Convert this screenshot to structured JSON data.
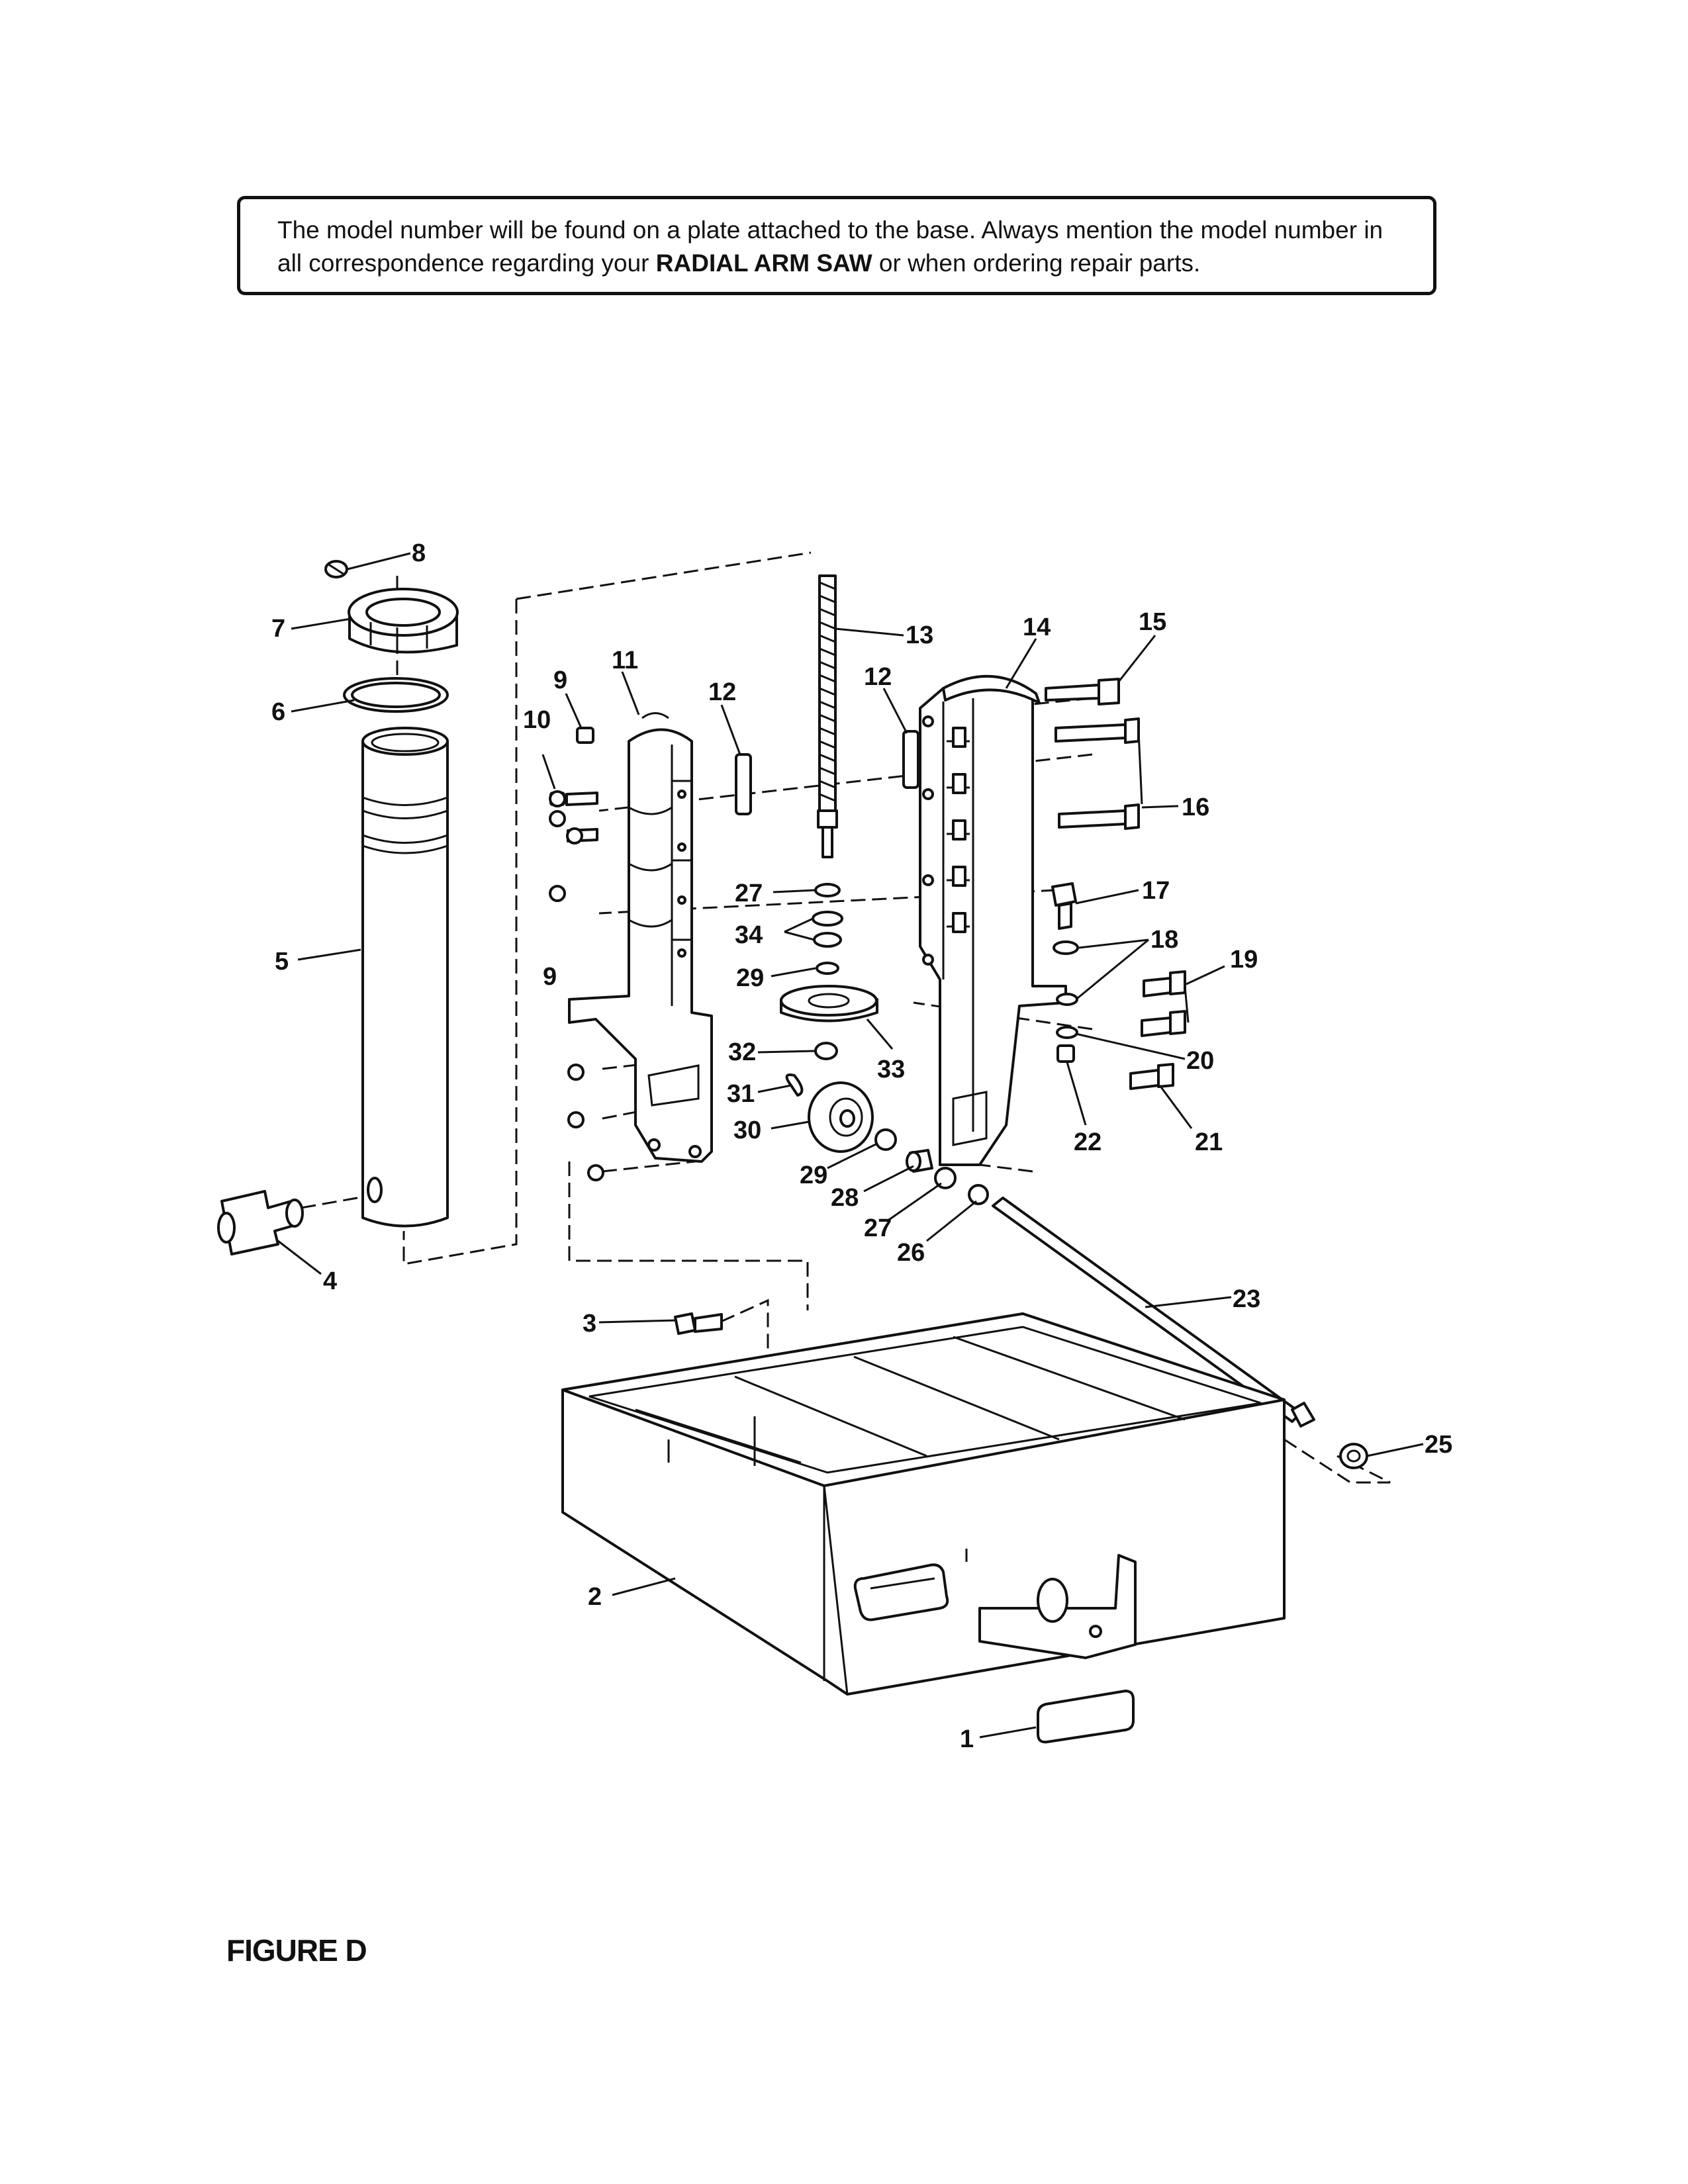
{
  "notice": {
    "text_before": "The model number will be found on a plate attached to the base. Always mention the model number in all correspondence regarding your ",
    "text_bold": "RADIAL ARM SAW",
    "text_after": " or when ordering repair parts."
  },
  "figure_label": "FIGURE D",
  "part_labels": [
    "8",
    "7",
    "6",
    "5",
    "4",
    "9",
    "10",
    "11",
    "12",
    "13",
    "14",
    "15",
    "16",
    "17",
    "18",
    "19",
    "20",
    "21",
    "22",
    "23",
    "25",
    "26",
    "27",
    "28",
    "29",
    "30",
    "31",
    "32",
    "33",
    "34",
    "3",
    "2",
    "1"
  ],
  "labels": {
    "p1": "1",
    "p2": "2",
    "p3": "3",
    "p4": "4",
    "p5": "5",
    "p6": "6",
    "p7": "7",
    "p8": "8",
    "p9a": "9",
    "p9b": "9",
    "p10": "10",
    "p11": "11",
    "p12a": "12",
    "p12b": "12",
    "p13": "13",
    "p14": "14",
    "p15": "15",
    "p16": "16",
    "p17": "17",
    "p18": "18",
    "p19": "19",
    "p20": "20",
    "p21": "21",
    "p22": "22",
    "p23": "23",
    "p25": "25",
    "p26": "26",
    "p27a": "27",
    "p27b": "27",
    "p28": "28",
    "p29a": "29",
    "p29b": "29",
    "p30": "30",
    "p31": "31",
    "p32": "32",
    "p33": "33",
    "p34": "34"
  }
}
